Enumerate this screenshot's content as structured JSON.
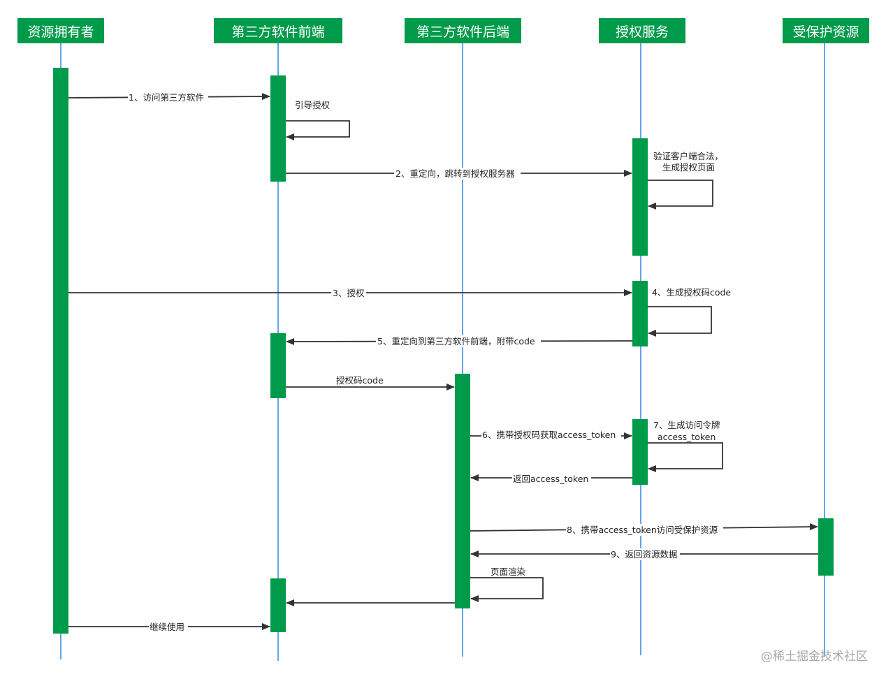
{
  "participants": [
    {
      "id": "owner",
      "label": "资源拥有者"
    },
    {
      "id": "frontend",
      "label": "第三方软件前端"
    },
    {
      "id": "backend",
      "label": "第三方软件后端"
    },
    {
      "id": "auth",
      "label": "授权服务"
    },
    {
      "id": "resource",
      "label": "受保护资源"
    }
  ],
  "messages": {
    "m1": "1、访问第三方软件",
    "guide": "引导授权",
    "m2": "2、重定向，跳转到授权服务器",
    "verify_line1": "验证客户端合法，",
    "verify_line2": "生成授权页面",
    "m3": "3、授权",
    "m4": "4、生成授权码code",
    "m5": "5、重定向到第三方软件前端，附带code",
    "code": "授权码code",
    "m6": "6、携带授权码获取access_token",
    "m7_line1": "7、生成访问令牌",
    "m7_line2": "access_token",
    "ret_token": "返回access_token",
    "m8": "8、携带access_token访问受保护资源",
    "m9": "9、返回资源数据",
    "render": "页面渲染",
    "continue": "继续使用"
  },
  "colors": {
    "header_bg": "#009a4b",
    "activation": "#009a4b",
    "lifeline": "#3a8ee6",
    "arrow": "#333333"
  },
  "watermark": "@稀土掘金技术社区"
}
